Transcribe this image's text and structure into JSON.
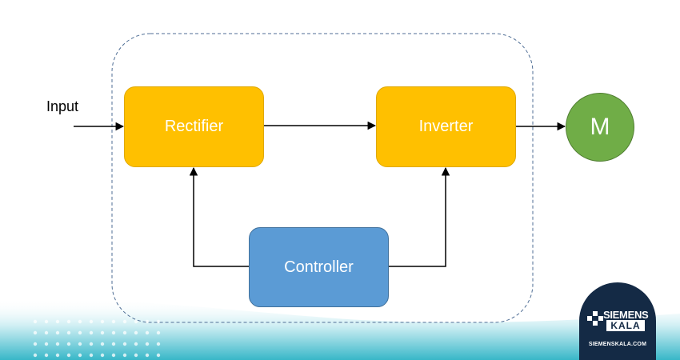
{
  "colors": {
    "converter_fill": "#FFC000",
    "controller_fill": "#5B9BD5",
    "motor_fill": "#70AD47",
    "boundary_stroke": "#4F6E95",
    "arrow": "#000000",
    "logo_bg": "#142A45",
    "band_teal": "#38B7C8"
  },
  "diagram": {
    "input_label": "Input",
    "nodes": {
      "rectifier": "Rectifier",
      "inverter": "Inverter",
      "controller": "Controller",
      "motor": "M"
    },
    "edges": [
      {
        "from": "input",
        "to": "rectifier"
      },
      {
        "from": "rectifier",
        "to": "inverter"
      },
      {
        "from": "inverter",
        "to": "motor"
      },
      {
        "from": "controller",
        "to": "rectifier"
      },
      {
        "from": "controller",
        "to": "inverter"
      }
    ]
  },
  "logo": {
    "line1": "SIEMENS",
    "line2": "KALA",
    "url": "SIEMENSKALA.COM",
    "icon": "logo-mark-icon"
  }
}
